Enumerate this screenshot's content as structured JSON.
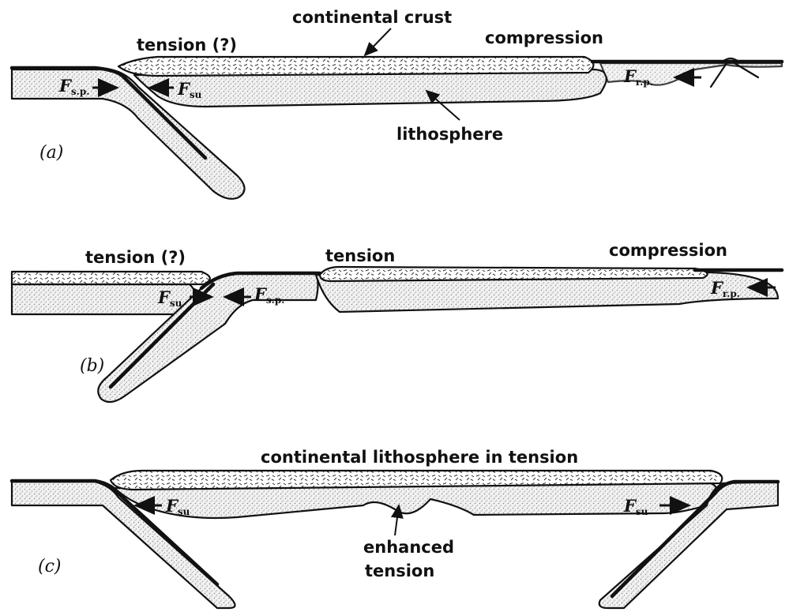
{
  "labels": {
    "a_tension": "tension (?)",
    "a_crust": "continental crust",
    "a_compression": "compression",
    "a_lithosphere": "lithosphere",
    "b_tension_q": "tension (?)",
    "b_tension": "tension",
    "b_compression": "compression",
    "c_title": "continental lithosphere in tension",
    "c_enhanced_1": "enhanced",
    "c_enhanced_2": "tension"
  },
  "panels": {
    "a": "(a)",
    "b": "(b)",
    "c": "(c)"
  },
  "forces": {
    "F": "F",
    "sp": "s.p.",
    "su": "su",
    "rp": "r.p."
  },
  "colors": {
    "ink": "#111111",
    "stipple": "#9a9a9a",
    "paper": "#ffffff"
  }
}
